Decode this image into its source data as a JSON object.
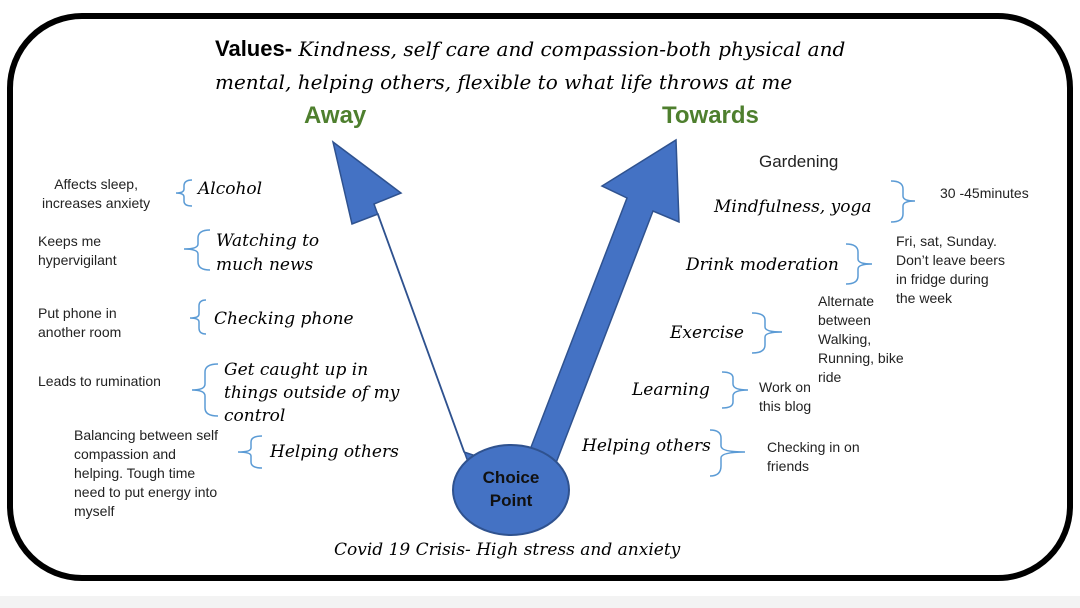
{
  "title": {
    "key": "Values-",
    "line1": " Kindness, self care and compassion-both physical and",
    "line2": "mental, helping others, flexible to what life throws at me"
  },
  "headings": {
    "away": "Away",
    "towards": "Towards"
  },
  "center": {
    "line1": "Choice",
    "line2": "Point"
  },
  "footer": "Covid 19 Crisis- High stress and anxiety",
  "away_items": [
    {
      "behaviour": "Alcohol",
      "note": "Affects sleep,\nincreases anxiety"
    },
    {
      "behaviour": "Watching to\nmuch news",
      "note": "Keeps me\nhypervigilant"
    },
    {
      "behaviour": "Checking phone",
      "note": "Put phone in\nanother room"
    },
    {
      "behaviour": "Get caught up in\nthings outside of my\ncontrol",
      "note": "Leads to rumination"
    },
    {
      "behaviour": "Helping others",
      "note": "Balancing between self\ncompassion and\nhelping. Tough time\nneed to put energy into\nmyself"
    }
  ],
  "towards_items": [
    {
      "behaviour": "Gardening",
      "note": ""
    },
    {
      "behaviour": "Mindfulness, yoga",
      "note": "30 -45minutes"
    },
    {
      "behaviour": "Drink moderation",
      "note": "Fri, sat, Sunday.\nDon’t leave beers\nin fridge during\nthe week"
    },
    {
      "behaviour": "Exercise",
      "note": "Alternate\nbetween\nWalking,\nRunning, bike\nride"
    },
    {
      "behaviour": "Learning",
      "note": "Work on\nthis blog"
    },
    {
      "behaviour": "Helping others",
      "note": "Checking in on\nfriends"
    }
  ],
  "colors": {
    "arrow": "#4472c4",
    "arrow_stroke": "#2f528f",
    "heading": "#4e7f2e",
    "bracket": "#5b9bd5",
    "frame": "#000000"
  }
}
